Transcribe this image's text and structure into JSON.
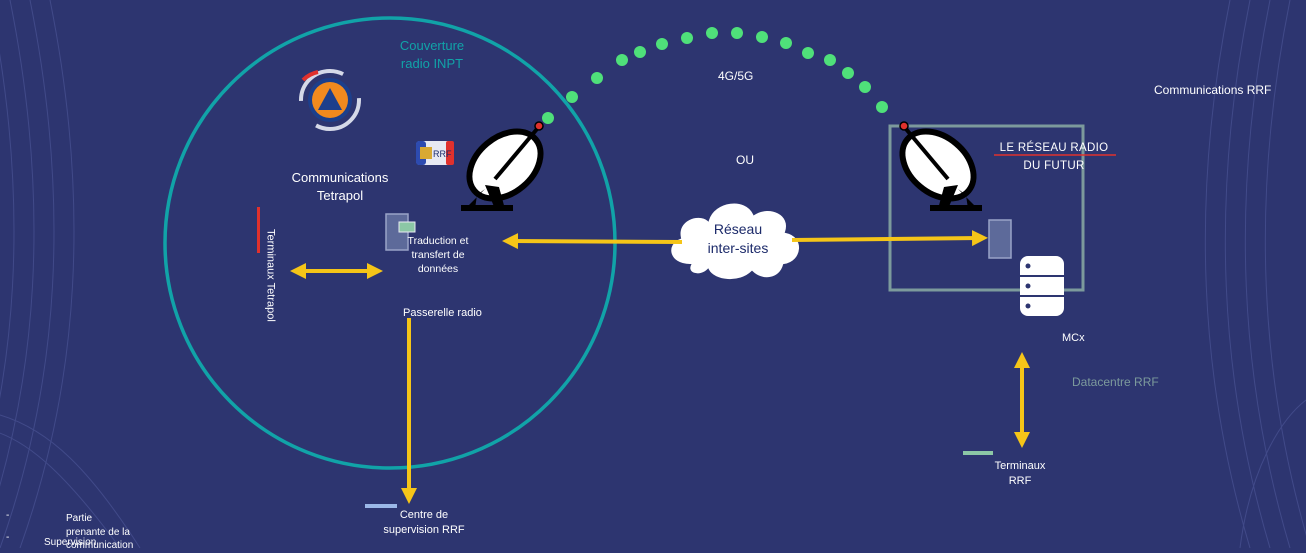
{
  "labels": {
    "coverage": "Couverture\nradio INPT",
    "link_4g5g": "4G/5G",
    "ou": "OU",
    "communications_rrf": "Communications RRF",
    "communications_tetrapol": "Communications\nTetrapol",
    "terminaux_tetrapol": "Terminaux Tetrapol",
    "traduction": "Traduction et\ntransfert de\ndonnées",
    "passerelle": "Passerelle radio",
    "reseau": "Réseau\ninter-sites",
    "mcx": "MCx",
    "datacentre": "Datacentre RRF",
    "terminaux_rrf": "Terminaux\nRRF",
    "centre": "Centre de\nsupervision RRF",
    "rrf_badge": "RRF",
    "logo_line1": "LE RÉSEAU RADIO",
    "logo_line2": "DU FUTUR"
  },
  "legend": [
    {
      "bullet": "-",
      "text": "Partie prenante de la communication"
    },
    {
      "bullet": "-",
      "text": "Supervision"
    }
  ],
  "colors": {
    "background": "#2d3570",
    "coverage_circle": "#11a3a8",
    "arrow": "#f5c518",
    "dots": "#4fe07a",
    "datacentre_box": "#7c9a9c",
    "logo_red": "#e0312d"
  },
  "icons": [
    "satellite-dish-icon",
    "cloud-icon",
    "server-database-icon",
    "civil-protection-logo",
    "sim-card-icon"
  ]
}
